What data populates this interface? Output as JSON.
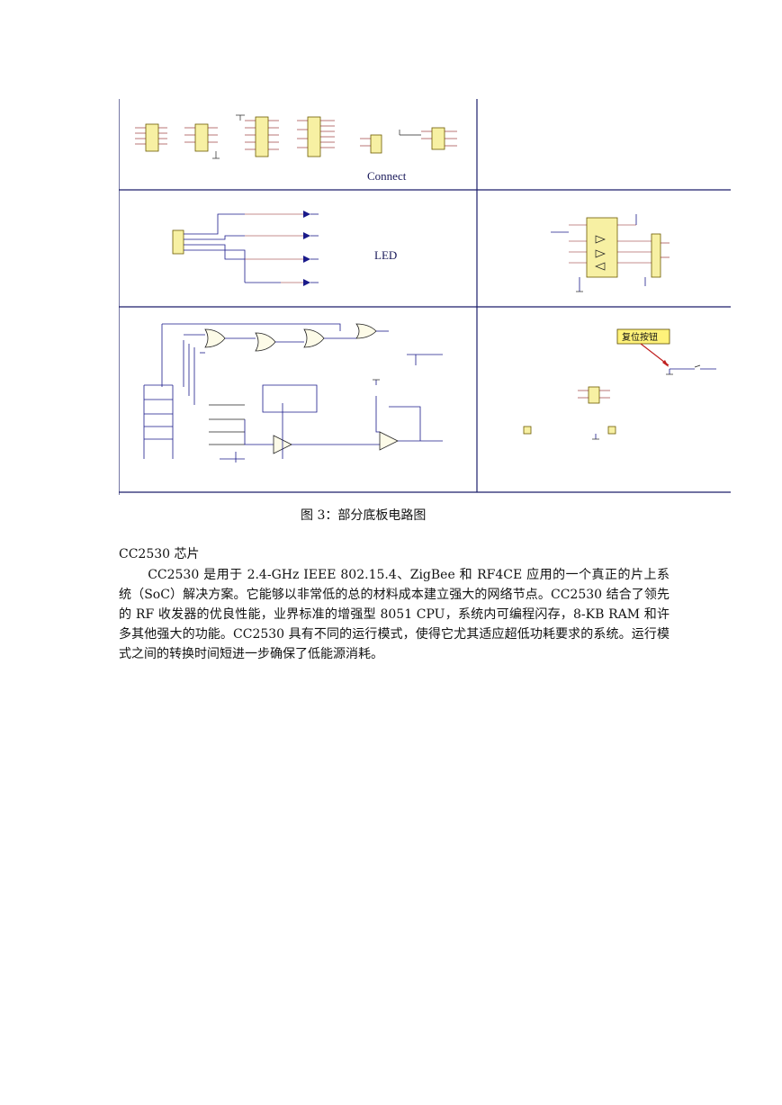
{
  "figure": {
    "connect_label": "Connect",
    "led_label": "LED",
    "reset_callout": "复位按钮"
  },
  "caption": "图 3：部分底板电路图",
  "section": {
    "heading": "CC2530 芯片",
    "paragraph": "CC2530 是用于 2.4-GHz IEEE 802.15.4、ZigBee 和 RF4CE 应用的一个真正的片上系统（SoC）解决方案。它能够以非常低的总的材料成本建立强大的网络节点。CC2530 结合了领先的 RF 收发器的优良性能，业界标准的增强型 8051 CPU，系统内可编程闪存，8-KB RAM 和许多其他强大的功能。CC2530 具有不同的运行模式，使得它尤其适应超低功耗要求的系统。运行模式之间的转换时间短进一步确保了低能源消耗。"
  }
}
